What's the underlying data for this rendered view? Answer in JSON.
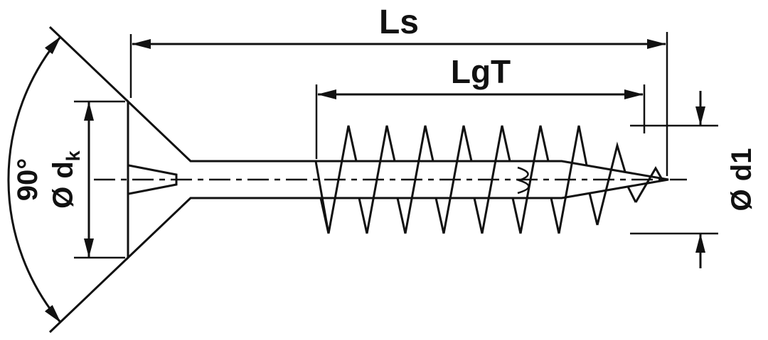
{
  "diagram": {
    "labels": {
      "total_length": "Ls",
      "thread_length": "LgT",
      "head_angle": "90°",
      "head_diameter_prefix": "Ø d",
      "head_diameter_subscript": "k",
      "core_diameter": "Ø d1"
    },
    "colors": {
      "line": "#111111",
      "background": "#ffffff"
    }
  }
}
